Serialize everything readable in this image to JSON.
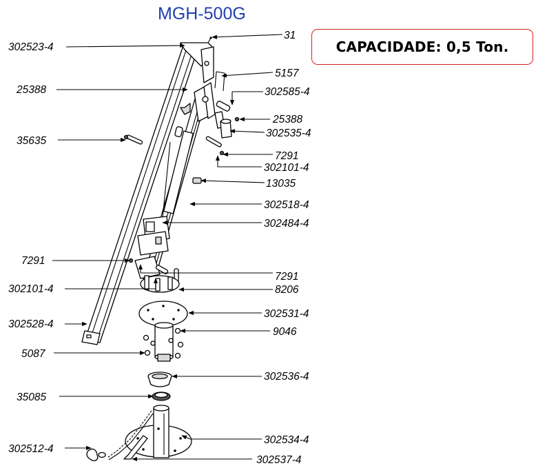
{
  "title": "MGH-500G",
  "capacity": "CAPACIDADE: 0,5 Ton.",
  "labels": {
    "l31": "31",
    "l302523_4": "302523-4",
    "l5157": "5157",
    "l25388_a": "25388",
    "l302585_4": "302585-4",
    "l25388_b": "25388",
    "l302535_4": "302535-4",
    "l35635": "35635",
    "l7291_a": "7291",
    "l302101_4_a": "302101-4",
    "l13035": "13035",
    "l302518_4": "302518-4",
    "l302484_4": "302484-4",
    "l7291_b": "7291",
    "l7291_c": "7291",
    "l302101_4_b": "302101-4",
    "l8206": "8206",
    "l302531_4": "302531-4",
    "l302528_4": "302528-4",
    "l9046": "9046",
    "l5087": "5087",
    "l302536_4": "302536-4",
    "l35085": "35085",
    "l302534_4": "302534-4",
    "l302512_4": "302512-4",
    "l302537_4": "302537-4"
  },
  "colors": {
    "title": "#1f3fae",
    "capacity_border": "#d81e1e"
  }
}
